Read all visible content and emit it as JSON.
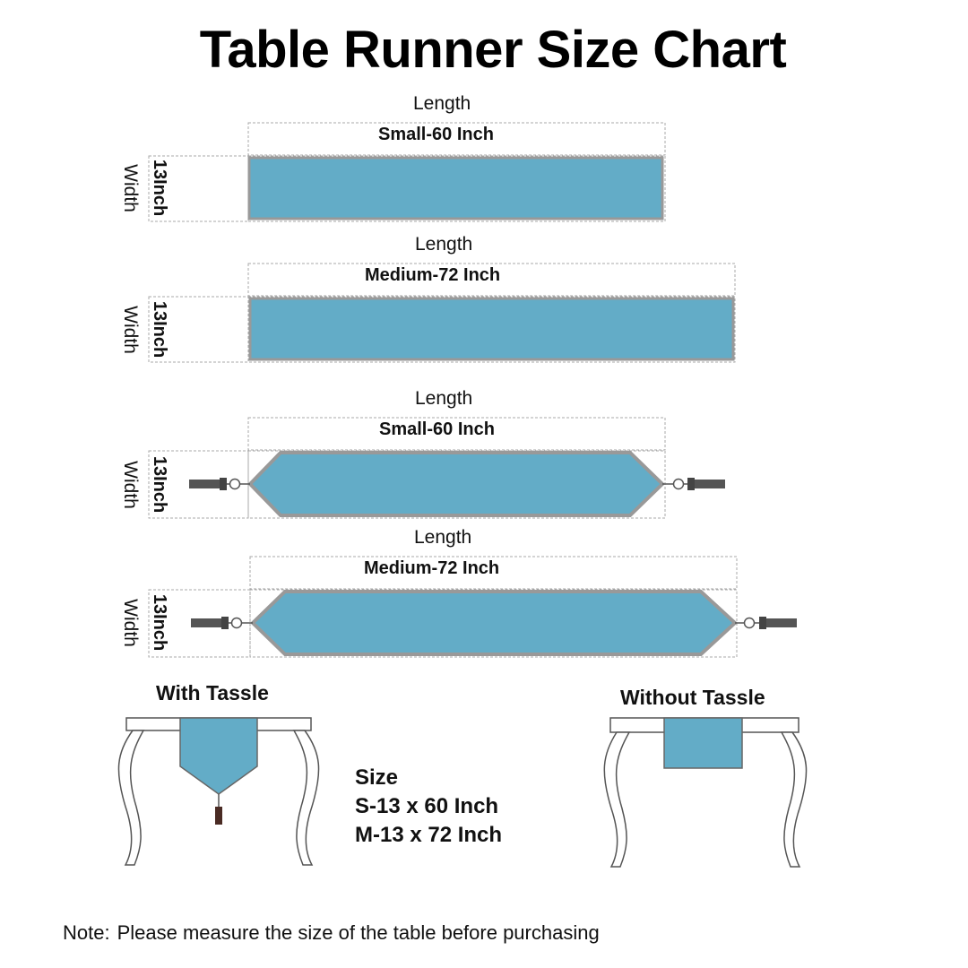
{
  "title": "Table Runner Size Chart",
  "runners": [
    {
      "length_label": "Length",
      "size_label": "Small-60 Inch",
      "width_label": "Width",
      "width_value": "13Inch",
      "shape": "rectangle"
    },
    {
      "length_label": "Length",
      "size_label": "Medium-72 Inch",
      "width_label": "Width",
      "width_value": "13Inch",
      "shape": "rectangle"
    },
    {
      "length_label": "Length",
      "size_label": "Small-60 Inch",
      "width_label": "Width",
      "width_value": "13Inch",
      "shape": "tassel"
    },
    {
      "length_label": "Length",
      "size_label": "Medium-72 Inch",
      "width_label": "Width",
      "width_value": "13Inch",
      "shape": "tassel"
    }
  ],
  "with_tassel_label": "With Tassle",
  "without_tassel_label": "Without Tassle",
  "size_info": {
    "heading": "Size",
    "small": "S-13 x 60 Inch",
    "medium": "M-13 x 72 Inch"
  },
  "note": {
    "prefix": "Note:",
    "text": "Please measure the size of the table before purchasing"
  },
  "colors": {
    "runner_fill": "#63acc7",
    "runner_border": "#999999",
    "guide_line": "#aaaaaa",
    "table_outline": "#555555",
    "tassel": "#555555"
  }
}
